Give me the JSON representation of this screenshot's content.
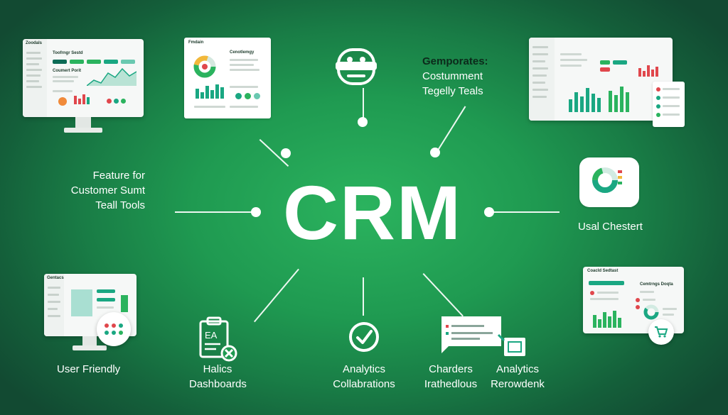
{
  "center_title": "CRM",
  "labels": {
    "feature_tools": [
      "Feature for",
      "Customer Sumt",
      "Teall Tools"
    ],
    "gemporates": [
      "Gemporates:",
      "Costumment",
      "Tegelly Teals"
    ],
    "usal_chestert": "Usal Chestert",
    "user_friendly": "User Friendly",
    "halics_dashboards": [
      "Halics",
      "Dashboards"
    ],
    "analytics_collaborations": [
      "Analytics",
      "Collabrations"
    ],
    "charders": [
      "Charders",
      "Irathedlous"
    ],
    "analytics_rerowdenk": [
      "Analytics",
      "Rerowdenk"
    ]
  },
  "screens": {
    "top_left": {
      "brand": "Zoodals",
      "header": "Toofrngr Sestd",
      "subheader": "Coumert Porit"
    },
    "top_center": {
      "brand": "Fmdain",
      "header": "Cenotlemgy"
    },
    "bottom_left": {
      "brand": "Gentacs"
    },
    "bottom_right": {
      "brand": "Coacld Sedtast",
      "header": "Cemtrngs Doqta"
    }
  },
  "icons": [
    "robot-face-icon",
    "donut-chart-icon",
    "clipboard-icon",
    "check-circle-icon",
    "chat-window-icon",
    "cart-icon"
  ],
  "colors": {
    "accent_green": "#2bb35e",
    "teal": "#1aa782",
    "red": "#e0474c",
    "background_dark": "#124a32"
  }
}
